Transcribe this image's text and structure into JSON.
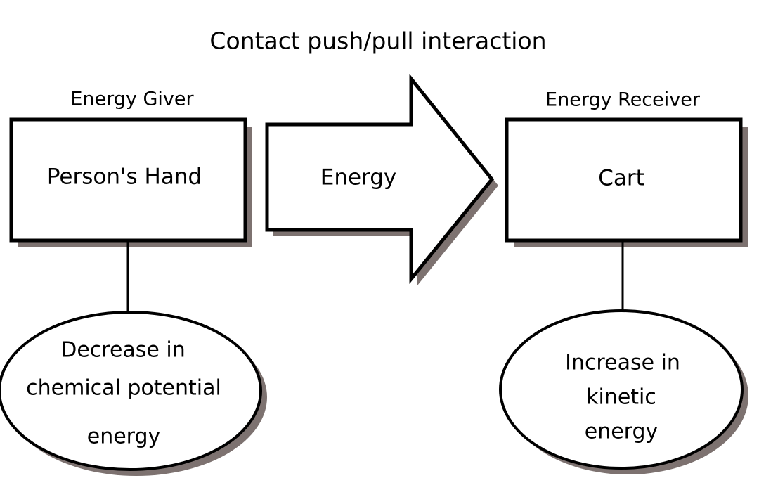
{
  "page": {
    "title": "Contact push/pull interaction",
    "background_color": "#ffffff",
    "line_color": "#000000",
    "shadow_color": "#7d7270",
    "fill_color": "#ffffff"
  },
  "giver": {
    "role_label": "Energy Giver",
    "box_label": "Person's Hand",
    "oval_lines": [
      "Decrease in",
      "chemical potential",
      "energy"
    ]
  },
  "receiver": {
    "role_label": "Energy Receiver",
    "box_label": "Cart",
    "oval_lines": [
      "Increase in",
      "kinetic",
      "energy"
    ]
  },
  "transfer": {
    "arrow_label": "Energy",
    "direction": "left-to-right"
  }
}
